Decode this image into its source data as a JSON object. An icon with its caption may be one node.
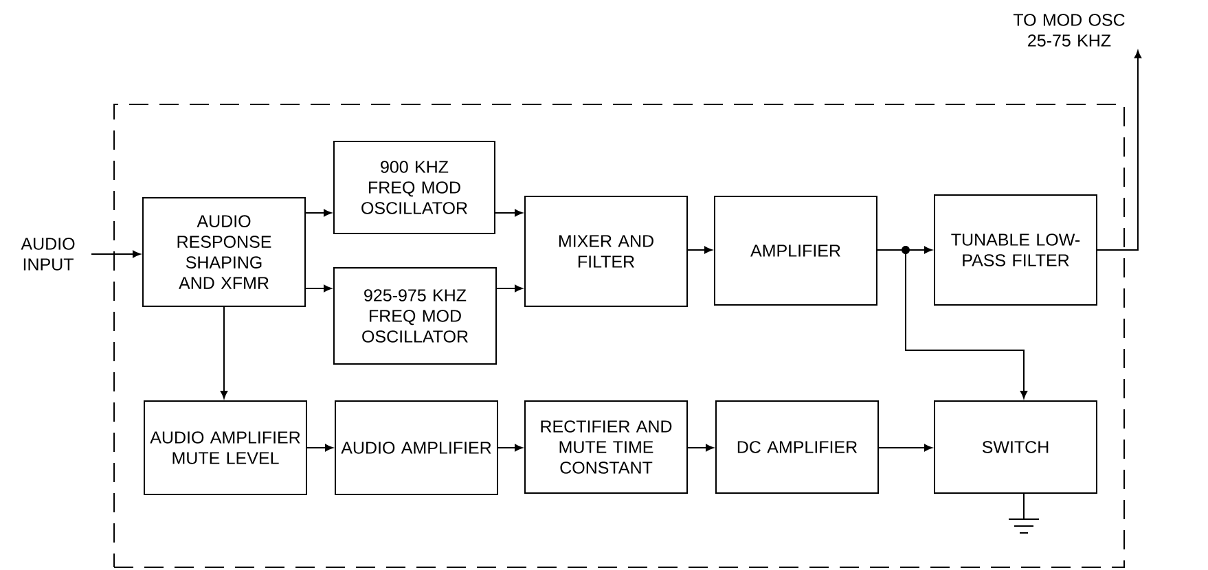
{
  "diagram": {
    "nodes": [
      {
        "text": [],
        "shape": "box"
      },
      {
        "text": [
          "AUDIO INPUT"
        ]
      },
      {
        "text": [
          "AUDIO RESPONSE SHAPING AND XFMR"
        ],
        "in": 0
      },
      {
        "text": [
          "900 KHZ FREQ MOD OSCILLATOR"
        ],
        "in": 0
      },
      {
        "text": [
          "925-975 KHZ FREQ MOD OSCILLATOR"
        ],
        "in": 0
      },
      {
        "text": [
          "MIXER AND FILTER"
        ],
        "in": 0
      },
      {
        "text": [
          "AMPLIFIER"
        ],
        "in": 0
      },
      {
        "text": [
          "TUNABLE LOW-PASS FILTER"
        ],
        "in": 0
      },
      {
        "text": [
          "TO MOD OSC 25-75 KHZ"
        ]
      },
      {
        "text": [
          "AUDIO AMPLIFIER MUTE LEVEL"
        ],
        "in": 0
      },
      {
        "text": [
          "AUDIO AMPLIFIER"
        ],
        "in": 0
      },
      {
        "text": [
          "RECTIFIER AND MUTE TIME CONSTANT"
        ],
        "in": 0
      },
      {
        "text": [
          "DC AMPLIFIER"
        ],
        "in": 0
      },
      {
        "text": [
          "SWITCH"
        ],
        "in": 0
      }
    ],
    "edges": [
      {
        "from": 1,
        "to": 2,
        "arrow": "to"
      },
      {
        "from": 2,
        "to": 3,
        "arrow": "to"
      },
      {
        "from": 2,
        "to": 4,
        "arrow": "to"
      },
      {
        "from": 3,
        "to": 5,
        "arrow": "to"
      },
      {
        "from": 4,
        "to": 5,
        "arrow": "to"
      },
      {
        "from": 5,
        "to": 6,
        "arrow": "to"
      },
      {
        "from": 6,
        "to": 7,
        "arrow": "to"
      },
      {
        "from": 7,
        "to": 8,
        "arrow": "to"
      },
      {
        "from": 2,
        "to": 9,
        "arrow": "to"
      },
      {
        "from": 9,
        "to": 10,
        "arrow": "to"
      },
      {
        "from": 10,
        "to": 11,
        "arrow": "to"
      },
      {
        "from": 11,
        "to": 12,
        "arrow": "to"
      },
      {
        "from": 12,
        "to": 13,
        "arrow": "to"
      },
      {
        "from": 6,
        "to": 13,
        "arrow": "to"
      }
    ]
  }
}
